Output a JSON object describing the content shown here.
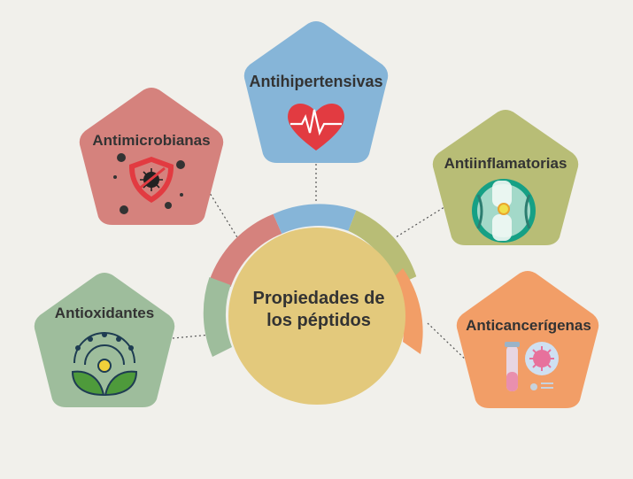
{
  "center": {
    "title_line1": "Propiedades de",
    "title_line2": "los péptidos",
    "color": "#e3c97c"
  },
  "properties": [
    {
      "label": "Antihipertensivas",
      "color": "#86b5d8",
      "icon": "heart-pulse-icon"
    },
    {
      "label": "Antimicrobianas",
      "color": "#d5827d",
      "icon": "virus-shield-icon"
    },
    {
      "label": "Antiinflamatorias",
      "color": "#b8bd76",
      "icon": "knee-joint-icon"
    },
    {
      "label": "Antioxidantes",
      "color": "#9ebd9c",
      "icon": "leaf-atom-icon"
    },
    {
      "label": "Anticancerígenas",
      "color": "#f29e67",
      "icon": "cancer-cell-test-tube-icon"
    }
  ]
}
